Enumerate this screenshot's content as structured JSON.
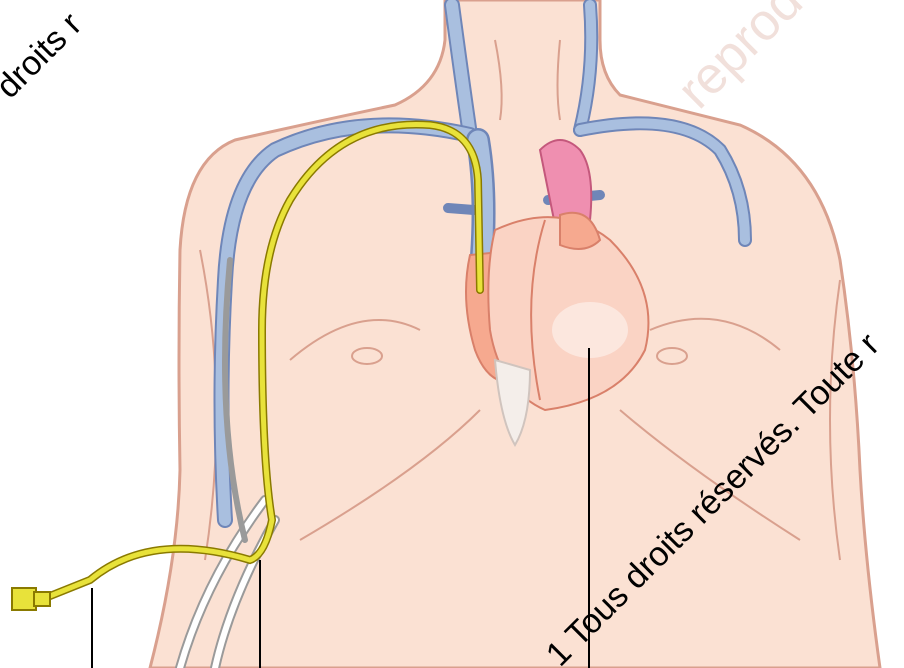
{
  "watermark": {
    "top_left": "droits r",
    "right": "1 Tous droits réservés. Toute r",
    "faint": "Tous droits réservés. Toute reproduction interdite"
  },
  "colors": {
    "skin": "#fbe1d3",
    "skin_outline": "#d9a08e",
    "vein": "#a9bfdf",
    "vein_outline": "#6f86b8",
    "catheter": "#e8e23a",
    "catheter_outline": "#8a7a00",
    "heart": "#fad3c4",
    "heart_atrium": "#f6a98f",
    "aorta": "#ef8fb0",
    "leader_line": "#000000"
  },
  "icons": [
    "torso-illustration",
    "heart-illustration",
    "catheter-hub-icon"
  ]
}
